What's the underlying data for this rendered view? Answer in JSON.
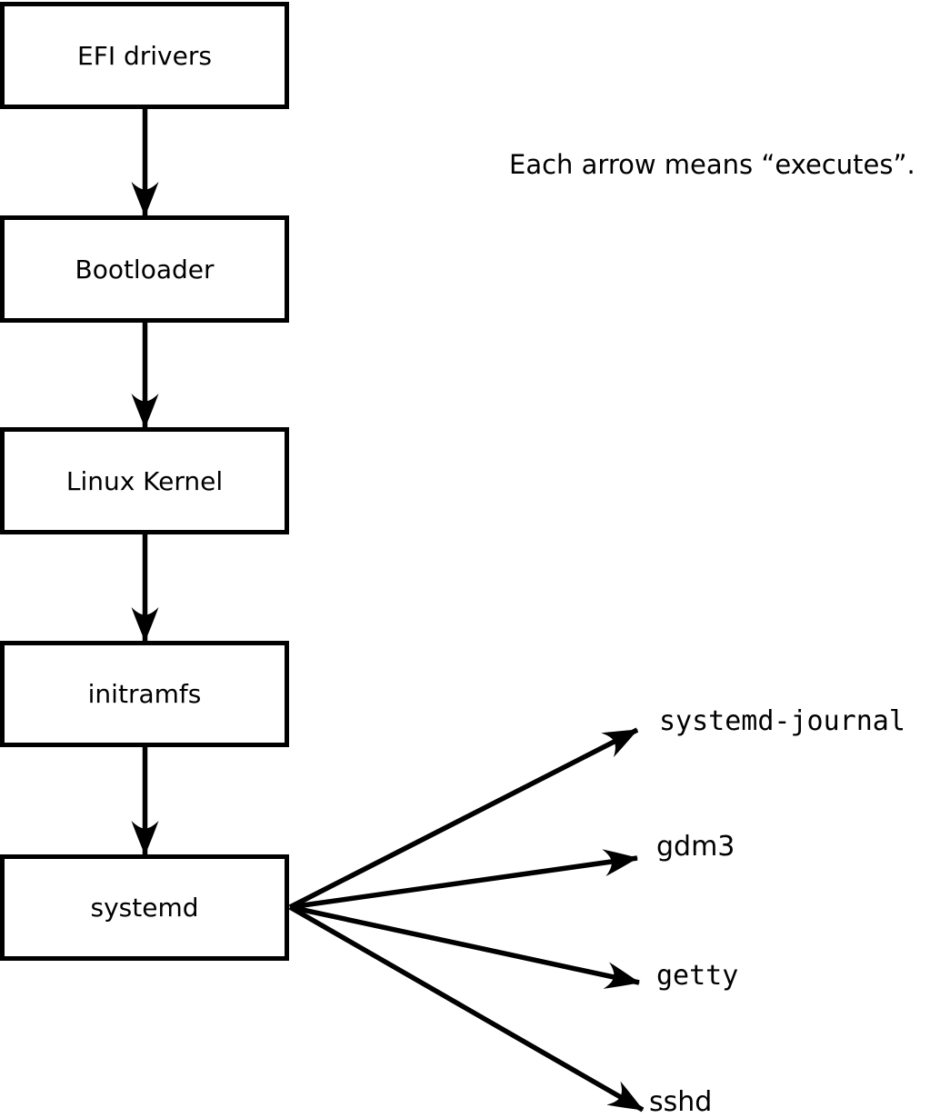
{
  "diagram": {
    "caption": "Each arrow means “executes”.",
    "arrow_meaning": "executes",
    "chain_nodes": [
      {
        "label": "EFI drivers"
      },
      {
        "label": "Bootloader"
      },
      {
        "label": "Linux Kernel"
      },
      {
        "label": "initramfs"
      },
      {
        "label": "systemd"
      }
    ],
    "spawned_processes": [
      {
        "label": "systemd-journal"
      },
      {
        "label": "gdm3"
      },
      {
        "label": "getty"
      },
      {
        "label": "sshd"
      }
    ],
    "colors": {
      "line": "#000000",
      "box_fill": "#ffffff",
      "background": "#ffffff",
      "text": "#000000"
    }
  }
}
